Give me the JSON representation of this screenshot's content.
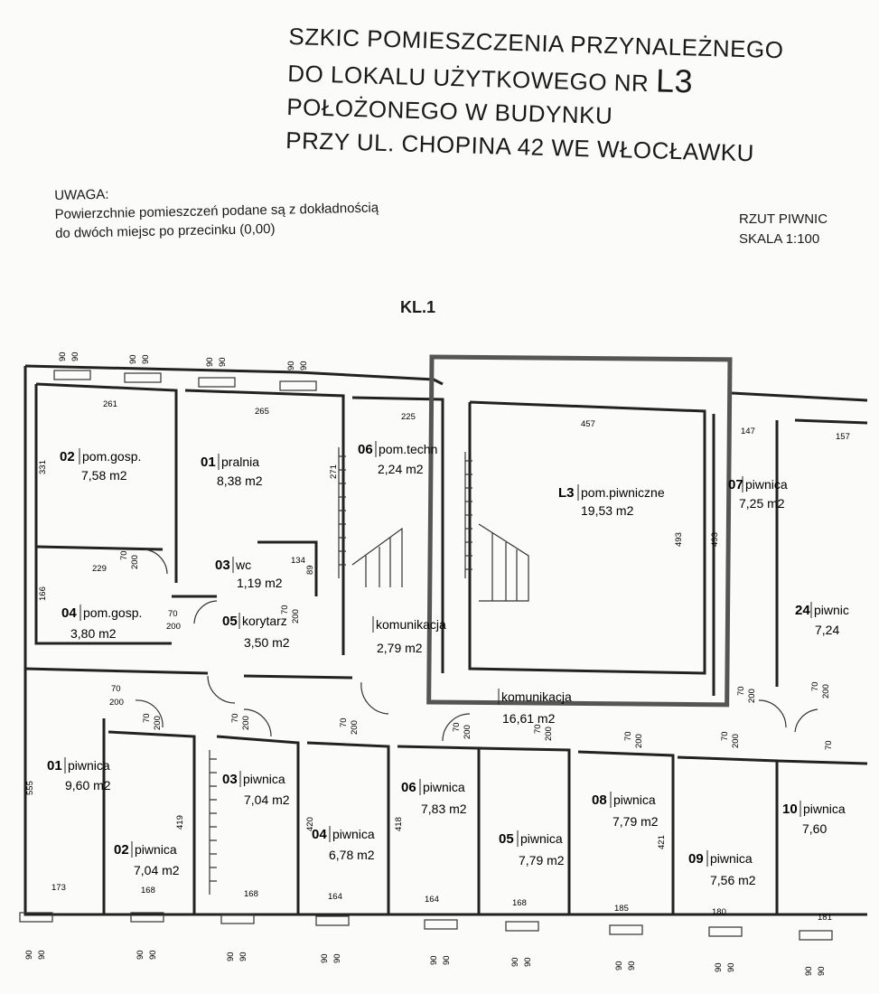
{
  "header": {
    "line1": "SZKIC POMIESZCZENIA PRZYNALEŻNEGO",
    "line2_prefix": "DO LOKALU UŻYTKOWEGO NR ",
    "line2_big": "L3",
    "line3": "POŁOŻONEGO W BUDYNKU",
    "line4": "PRZY UL. CHOPINA 42 WE WŁOCŁAWKU"
  },
  "note": {
    "heading": "UWAGA:",
    "line1": "Powierzchnie pomieszczeń podane są z dokładnością",
    "line2": "do dwóch miejsc po przecinku (0,00)"
  },
  "scale": {
    "line1": "RZUT PIWNIC",
    "line2": "SKALA 1:100"
  },
  "floor_label": "KL.1",
  "rooms": [
    {
      "num": "02",
      "name": "pom.gosp.",
      "area": "7,58 m2"
    },
    {
      "num": "01",
      "name": "pralnia",
      "area": "8,38 m2"
    },
    {
      "num": "06",
      "name": "pom.techn",
      "area": "2,24 m2"
    },
    {
      "num": "L3",
      "name": "pom.piwniczne",
      "area": "19,53 m2"
    },
    {
      "num": "07",
      "name": "piwnica",
      "area": "7,25 m2"
    },
    {
      "num": "03",
      "name": "wc",
      "area": "1,19 m2"
    },
    {
      "num": "04",
      "name": "pom.gosp.",
      "area": "3,80 m2"
    },
    {
      "num": "05",
      "name": "korytarz",
      "area": "3,50 m2"
    },
    {
      "num": "",
      "name": "komunikacja",
      "area": "2,79 m2"
    },
    {
      "num": "24",
      "name": "piwnic",
      "area": "7,24"
    },
    {
      "num": "",
      "name": "komunikacja",
      "area": "16,61 m2"
    },
    {
      "num": "01",
      "name": "piwnica",
      "area": "9,60 m2"
    },
    {
      "num": "02",
      "name": "piwnica",
      "area": "7,04 m2"
    },
    {
      "num": "03",
      "name": "piwnica",
      "area": "7,04 m2"
    },
    {
      "num": "04",
      "name": "piwnica",
      "area": "6,78 m2"
    },
    {
      "num": "06",
      "name": "piwnica",
      "area": "7,83 m2"
    },
    {
      "num": "05",
      "name": "piwnica",
      "area": "7,79 m2"
    },
    {
      "num": "08",
      "name": "piwnica",
      "area": "7,79 m2"
    },
    {
      "num": "09",
      "name": "piwnica",
      "area": "7,56 m2"
    },
    {
      "num": "10",
      "name": "piwnica",
      "area": "7,60"
    }
  ],
  "dimensions": {
    "d261": "261",
    "d265": "265",
    "d225": "225",
    "d457": "457",
    "d147": "147",
    "d157": "157",
    "d331": "331",
    "d271": "271",
    "d229": "229",
    "d166": "166",
    "d134": "134",
    "d89": "89",
    "d493a": "493",
    "d493b": "493",
    "d555": "555",
    "d419": "419",
    "d418": "418",
    "d420": "420",
    "d421": "421",
    "d173": "173",
    "d168a": "168",
    "d168b": "168",
    "d164a": "164",
    "d164b": "164",
    "d168c": "168",
    "d185": "185",
    "d180": "180",
    "d181": "181"
  },
  "openings": {
    "o_a": "70",
    "o_b": "200",
    "w_90": "90"
  }
}
